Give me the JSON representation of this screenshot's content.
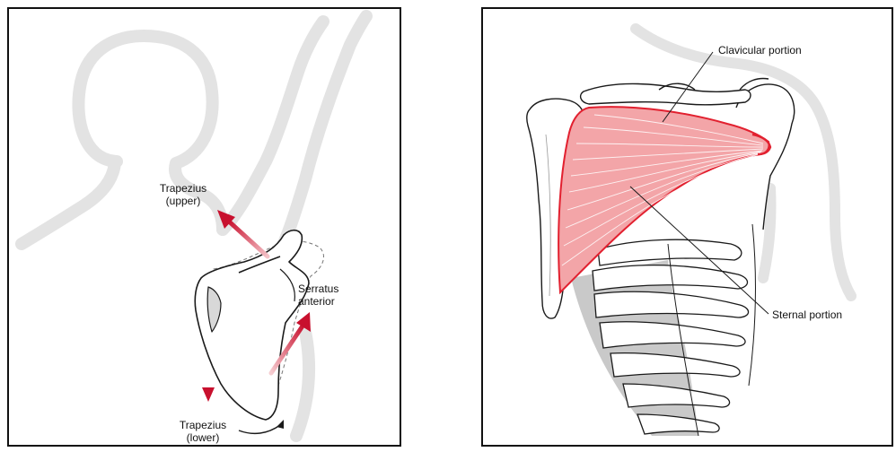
{
  "left_panel": {
    "labels": {
      "trapezius_upper": [
        "Trapezius",
        "(upper)"
      ],
      "serratus_anterior": [
        "Serratus",
        "anterior"
      ],
      "trapezius_lower": [
        "Trapezius",
        "(lower)"
      ]
    }
  },
  "right_panel": {
    "labels": {
      "clavicular": "Clavicular portion",
      "sternal": "Sternal portion"
    }
  },
  "colors": {
    "silhouette": "#e6e6e6",
    "arrow": "#c8102e",
    "muscle_fill": "#f3a5a8",
    "muscle_edge": "#e2202f",
    "rib_shade": "#c9c9c9",
    "outline": "#222222"
  }
}
